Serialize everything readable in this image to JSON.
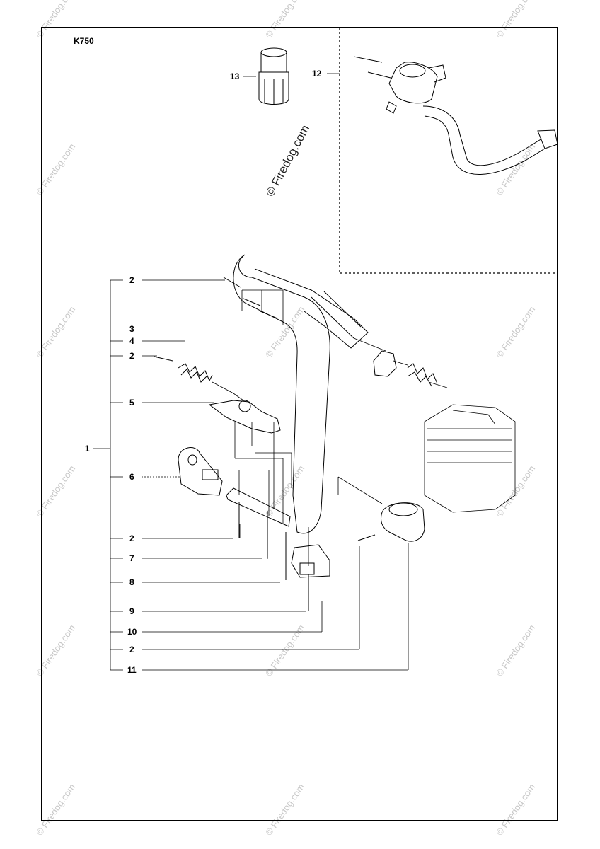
{
  "model": "K750",
  "callouts": {
    "c13": "13",
    "c12": "12",
    "c2a": "2",
    "c3": "3",
    "c4": "4",
    "c2b": "2",
    "c5": "5",
    "c1": "1",
    "c6": "6",
    "c2c": "2",
    "c7": "7",
    "c8": "8",
    "c9": "9",
    "c10": "10",
    "c2d": "2",
    "c11": "11"
  },
  "center_watermark": "© Firedog.com",
  "watermark": "© Firedog.com"
}
